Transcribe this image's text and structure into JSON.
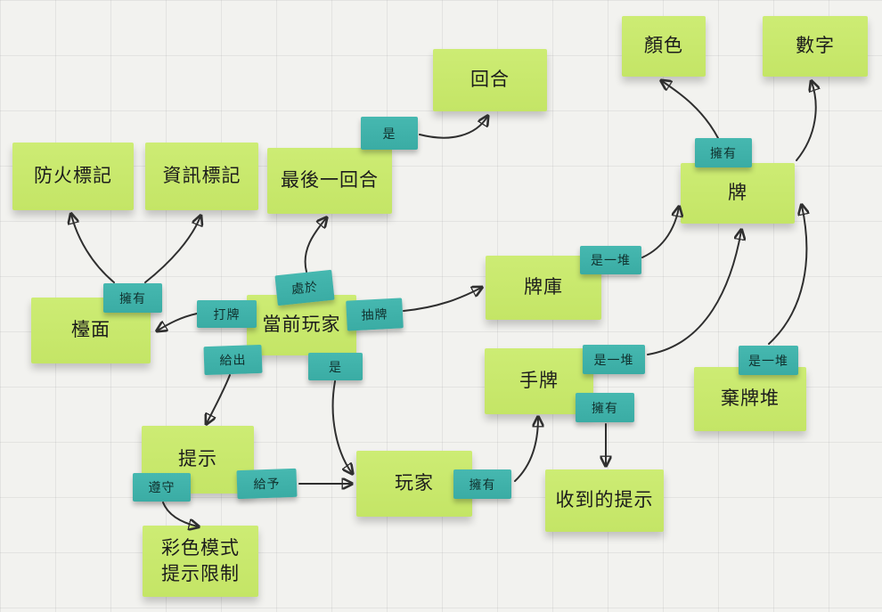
{
  "board": {
    "type": "whiteboard-concept-map",
    "background_color": "#f2f2ef",
    "grid_color": "#d9d9d6"
  },
  "palette": {
    "note_color": "#c9e96e",
    "tag_color": "#3fb2aa",
    "arrow_color": "#2f2f2f",
    "note_text_color": "#1c1c1c",
    "tag_text_color": "#10312e"
  },
  "notes": [
    {
      "id": "round",
      "text": "回合"
    },
    {
      "id": "color",
      "text": "顏色"
    },
    {
      "id": "number",
      "text": "數字"
    },
    {
      "id": "fire-token",
      "text": "防火標記"
    },
    {
      "id": "info-token",
      "text": "資訊標記"
    },
    {
      "id": "last-round",
      "text": "最後一回合"
    },
    {
      "id": "card",
      "text": "牌"
    },
    {
      "id": "table",
      "text": "檯面"
    },
    {
      "id": "current-player",
      "text": "當前玩家"
    },
    {
      "id": "deck",
      "text": "牌庫"
    },
    {
      "id": "hand",
      "text": "手牌"
    },
    {
      "id": "discard-pile",
      "text": "棄牌堆"
    },
    {
      "id": "hint",
      "text": "提示"
    },
    {
      "id": "player",
      "text": "玩家"
    },
    {
      "id": "received-hints",
      "text": "收到的提示"
    },
    {
      "id": "color-mode-hint-limit",
      "text": "彩色模式\n提示限制"
    }
  ],
  "tags": [
    {
      "id": "is-round",
      "text": "是"
    },
    {
      "id": "has-colors-numbers",
      "text": "擁有"
    },
    {
      "id": "at-last-round",
      "text": "處於"
    },
    {
      "id": "has-table",
      "text": "擁有"
    },
    {
      "id": "play-card",
      "text": "打牌"
    },
    {
      "id": "draw-card",
      "text": "抽牌"
    },
    {
      "id": "is-pile-deck",
      "text": "是一堆"
    },
    {
      "id": "give-out",
      "text": "給出"
    },
    {
      "id": "is-player",
      "text": "是"
    },
    {
      "id": "is-pile-hand",
      "text": "是一堆"
    },
    {
      "id": "is-pile-discard",
      "text": "是一堆"
    },
    {
      "id": "has-received-hints",
      "text": "擁有"
    },
    {
      "id": "obey",
      "text": "遵守"
    },
    {
      "id": "give",
      "text": "給予"
    },
    {
      "id": "has-hand",
      "text": "擁有"
    }
  ]
}
